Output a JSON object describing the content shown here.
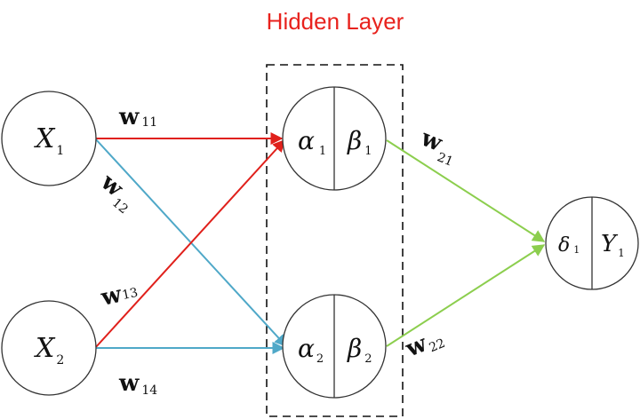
{
  "title": "Hidden Layer",
  "colors": {
    "title": "#e8221d",
    "red_edge": "#e0201b",
    "blue_edge": "#4fa8c8",
    "green_edge": "#8cce4e",
    "node_stroke": "#333333",
    "box_stroke": "#111111"
  },
  "nodes": {
    "x1": {
      "main": "X",
      "sub": "1"
    },
    "x2": {
      "main": "X",
      "sub": "2"
    },
    "h1": {
      "left_main": "α",
      "left_sub": "1",
      "right_main": "β",
      "right_sub": "1"
    },
    "h2": {
      "left_main": "α",
      "left_sub": "2",
      "right_main": "β",
      "right_sub": "2"
    },
    "out": {
      "left_main": "δ",
      "left_sub": "1",
      "right_main": "Y",
      "right_sub": "1"
    }
  },
  "weights": {
    "w11": {
      "main": "w",
      "sub": "11"
    },
    "w12": {
      "main": "w",
      "sub": "12"
    },
    "w13": {
      "main": "w",
      "sub": "13"
    },
    "w14": {
      "main": "w",
      "sub": "14"
    },
    "w21": {
      "main": "w",
      "sub": "21"
    },
    "w22": {
      "main": "w",
      "sub": "22"
    }
  }
}
